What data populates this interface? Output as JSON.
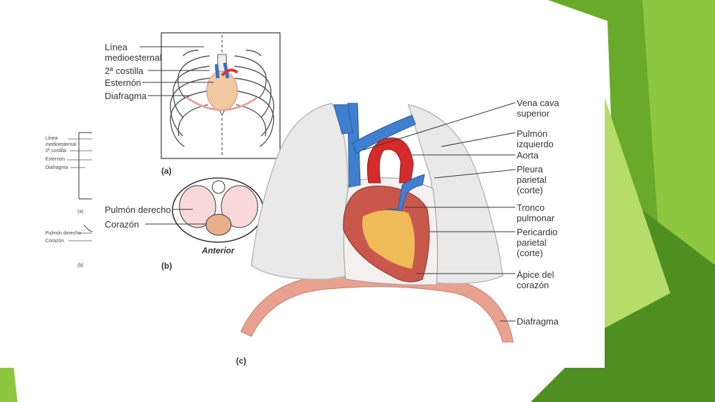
{
  "slide": {
    "accent_colors": [
      "#8dc63f",
      "#6aaa2b",
      "#4f8f22",
      "#b5dd6a"
    ]
  },
  "panel_a": {
    "tag": "(a)",
    "labels": [
      {
        "id": "linea",
        "text": "Línea\nmedioesternal"
      },
      {
        "id": "costilla",
        "text": "2ª costilla"
      },
      {
        "id": "esternon",
        "text": "Esternón"
      },
      {
        "id": "diafragma",
        "text": "Diafragma"
      }
    ]
  },
  "panel_b": {
    "tag": "(b)",
    "labels": [
      {
        "id": "pulmon_derecho",
        "text": "Pulmón derecho"
      },
      {
        "id": "corazon",
        "text": "Corazón"
      }
    ],
    "anterior": "Anterior"
  },
  "panel_c": {
    "tag": "(c)",
    "labels": [
      {
        "id": "vena_cava",
        "text": "Vena cava\nsuperior"
      },
      {
        "id": "pulmon_izq",
        "text": "Pulmón\nizquierdo"
      },
      {
        "id": "aorta",
        "text": "Aorta"
      },
      {
        "id": "pleura",
        "text": "Pleura\nparietal\n(corte)"
      },
      {
        "id": "tronco",
        "text": "Tronco\npulmonar"
      },
      {
        "id": "pericardio",
        "text": "Pericardio\nparietal\n(corte)"
      },
      {
        "id": "apice",
        "text": "Ápice del\ncorazón"
      },
      {
        "id": "diafragma_c",
        "text": "Diafragma"
      }
    ]
  },
  "thumbnail": {
    "labels": [
      {
        "id": "t_linea",
        "text": "Línea"
      },
      {
        "id": "t_medio",
        "text": "medioesternal"
      },
      {
        "id": "t_costilla",
        "text": "2ª costilla"
      },
      {
        "id": "t_esternon",
        "text": "Esternón"
      },
      {
        "id": "t_diafragma",
        "text": "Diafragma"
      },
      {
        "id": "t_a",
        "text": "(a)"
      },
      {
        "id": "t_pulmon",
        "text": "Pulmón derecho"
      },
      {
        "id": "t_corazon",
        "text": "Corazón"
      },
      {
        "id": "t_b",
        "text": "(b)"
      }
    ]
  }
}
